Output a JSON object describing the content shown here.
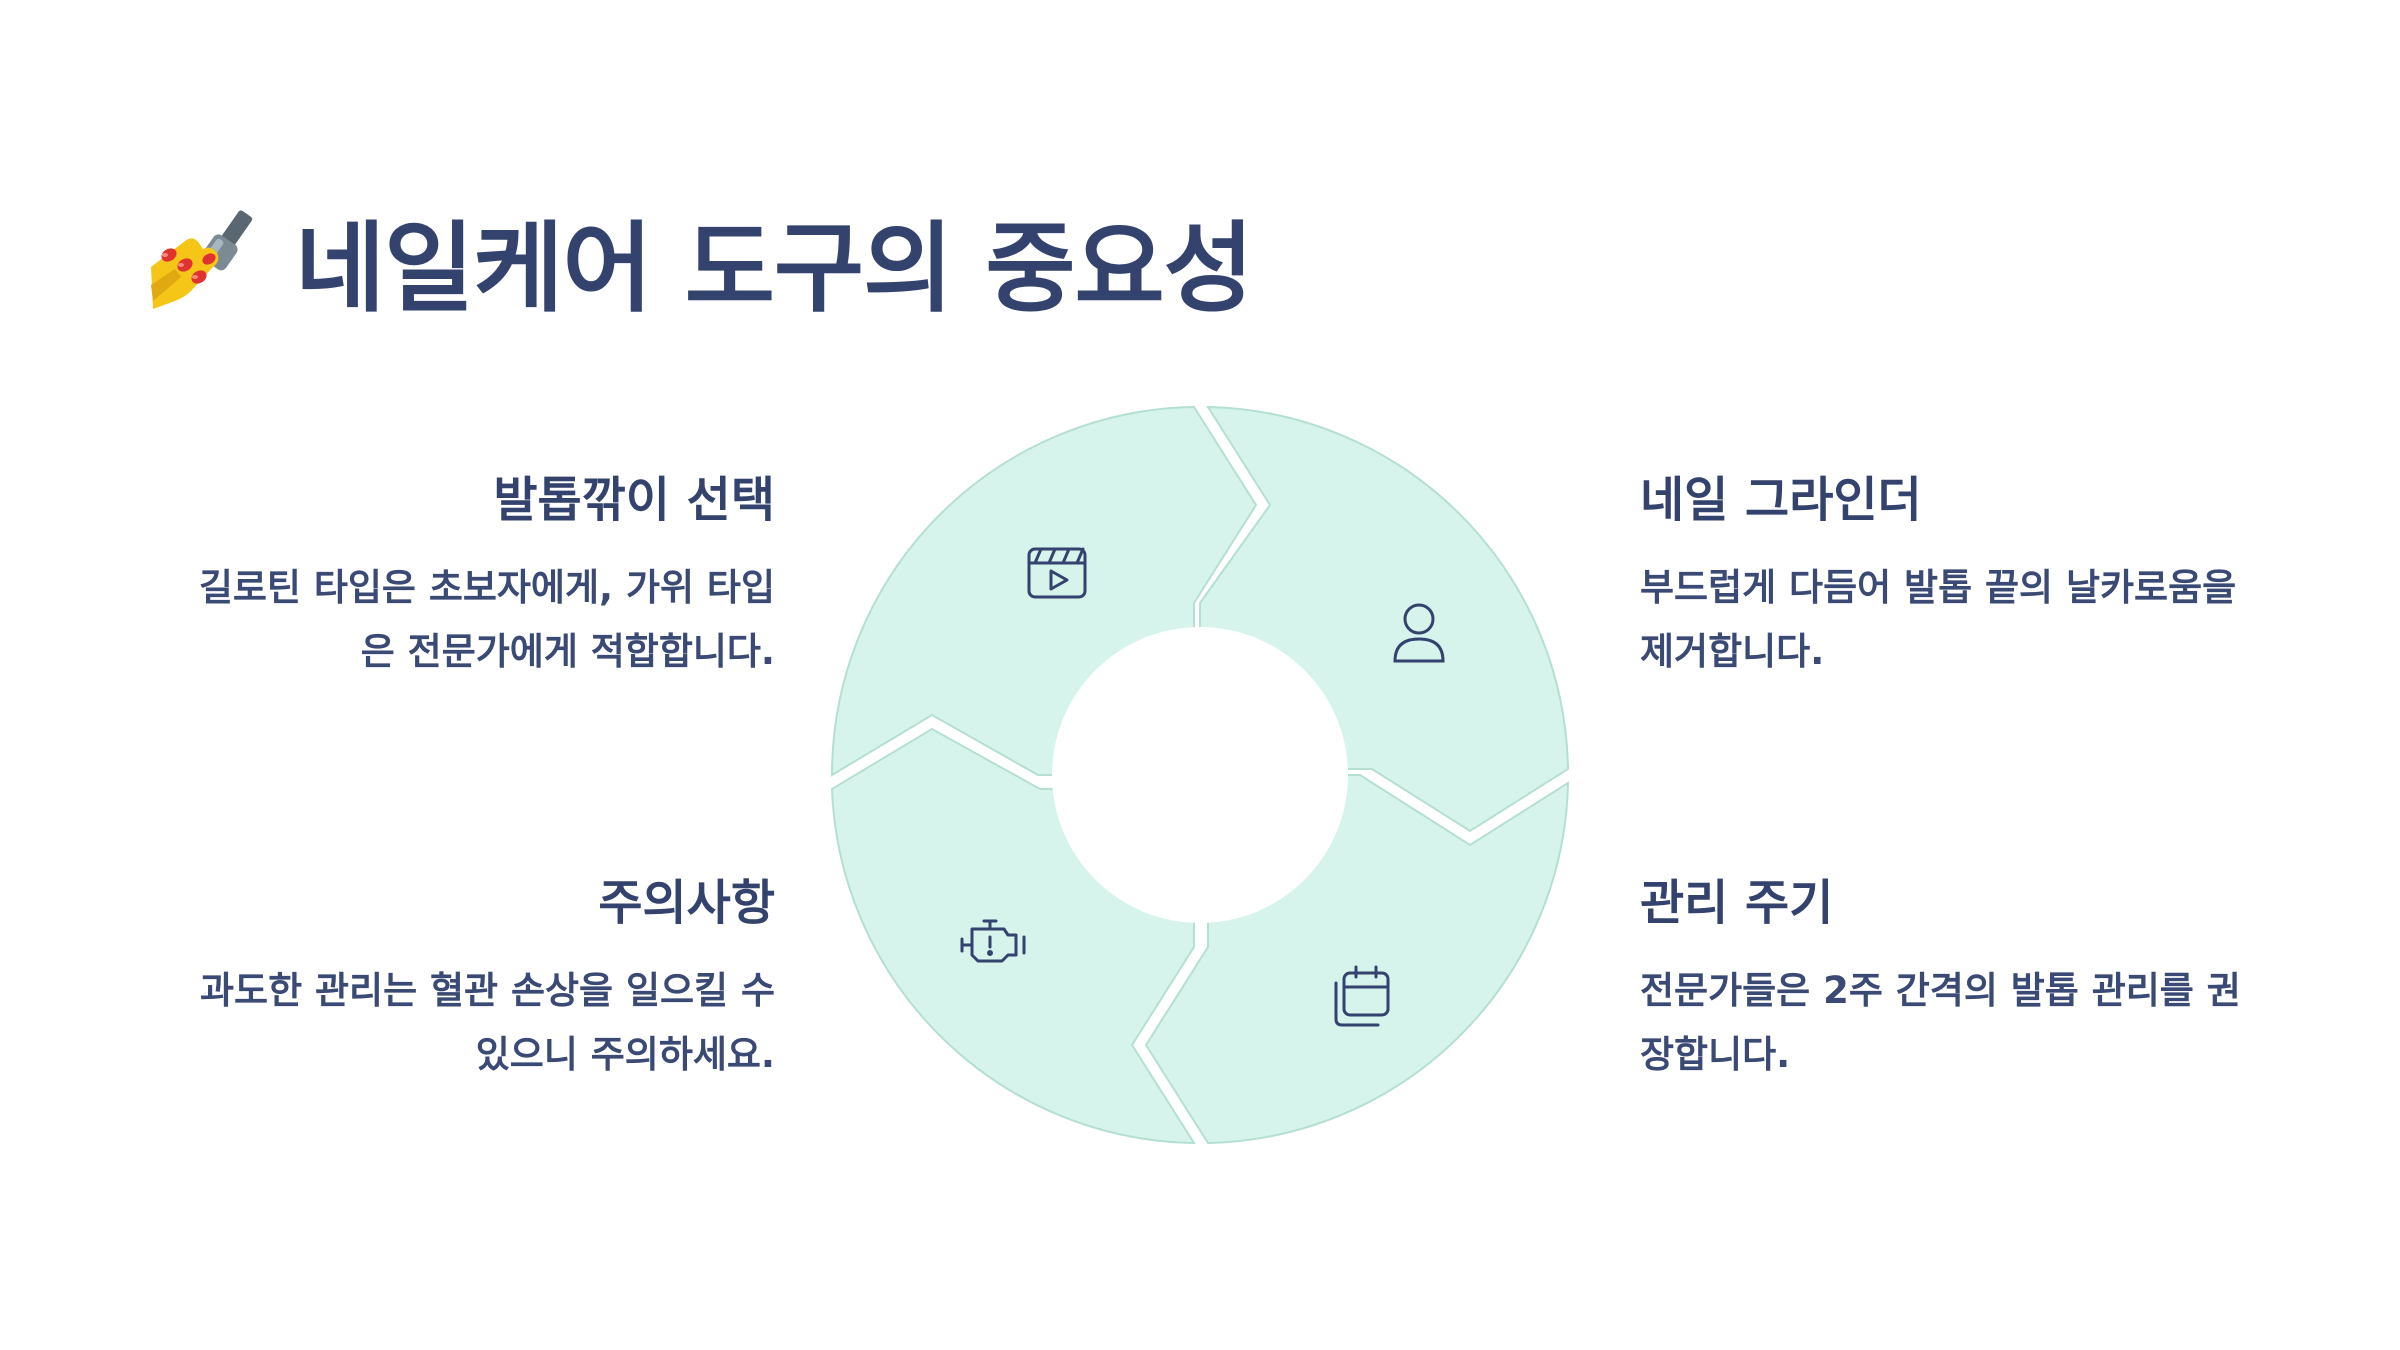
{
  "page": {
    "title": "네일케어 도구의 중요성",
    "title_icon": "nail-polish-icon"
  },
  "blocks": {
    "top_left": {
      "heading": "발톱깎이 선택",
      "desc_line1": "길로틴 타입은 초보자에게, 가위 타입",
      "desc_line2": "은 전문가에게 적합합니다."
    },
    "bottom_left": {
      "heading": "주의사항",
      "desc_line1": "과도한 관리는 혈관 손상을 일으킬 수",
      "desc_line2": "있으니 주의하세요."
    },
    "top_right": {
      "heading": "네일 그라인더",
      "desc_line1": "부드럽게 다듬어 발톱 끝의 날카로움을",
      "desc_line2": "제거합니다."
    },
    "bottom_right": {
      "heading": "관리 주기",
      "desc_line1": "전문가들은 2주 간격의 발톱 관리를 권",
      "desc_line2": "장합니다."
    }
  },
  "cycle": {
    "segment_fill": "#d6f4ec",
    "segment_stroke": "#b5dfd2",
    "icon_color": "#34426e",
    "icons": {
      "top_left": "video-clapperboard-icon",
      "top_right": "user-icon",
      "bottom_right": "calendar-stack-icon",
      "bottom_left": "engine-warning-icon"
    }
  },
  "colors": {
    "text": "#34426e",
    "background": "#ffffff"
  }
}
